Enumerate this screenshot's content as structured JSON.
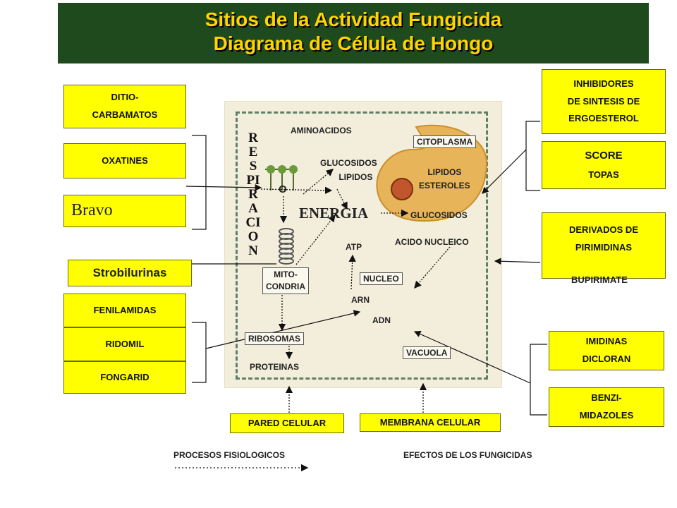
{
  "title": {
    "line1": "Sitios de la Actividad Fungicida",
    "line2": "Diagrama de Célula de Hongo"
  },
  "left_boxes": {
    "ditio": [
      "DITIO-",
      "CARBAMATOS"
    ],
    "oxatines": "OXATINES",
    "bravo": "Bravo",
    "strobilurinas": "Strobilurinas",
    "fenilamidas": "FENILAMIDAS",
    "ridomil": "RIDOMIL",
    "fongarid": "FONGARID"
  },
  "right_boxes": {
    "inhibidores": [
      "INHIBIDORES",
      "DE SINTESIS DE",
      "ERGOESTEROL"
    ],
    "score": "SCORE",
    "topas": "TOPAS",
    "derivados": [
      "DERIVADOS DE",
      "PIRIMIDINAS"
    ],
    "bupirimate": "BUPIRIMATE",
    "imidinas": [
      "IMIDINAS",
      "DICLORAN"
    ],
    "benzi": [
      "BENZI-",
      "MIDAZOLES"
    ]
  },
  "cell": {
    "respiracion": "RESPIRACION",
    "aminoacidos": "AMINOACIDOS",
    "citoplasma": "CITOPLASMA",
    "glucosidos_lipidos": [
      "GLUCOSIDOS",
      "LIPIDOS"
    ],
    "lipidos_esteroles": [
      "LIPIDOS",
      "ESTEROLES"
    ],
    "o_label": "O",
    "energia": "ENERGIA",
    "glucosidos": "GLUCOSIDOS",
    "atp": "ATP",
    "acido_nucleico": "ACIDO NUCLEICO",
    "mitocondria": [
      "MITO-",
      "CONDRIA"
    ],
    "nucleo": "NUCLEO",
    "arn": "ARN",
    "adn": "ADN",
    "ribosomas": "RIBOSOMAS",
    "proteinas": "PROTEINAS",
    "vacuola": "VACUOLA"
  },
  "bottom_boxes": {
    "pared": "PARED CELULAR",
    "membrana": "MEMBRANA CELULAR"
  },
  "footer": {
    "procesos": "PROCESOS  FISIOLOGICOS",
    "efectos": "EFECTOS DE LOS FUNGICIDAS"
  },
  "colors": {
    "title_bg": "#1f4a1e",
    "title_text": "#ffd400",
    "box_fill": "#ffff00",
    "cell_fill": "#f3eedb",
    "citoplasma_fill": "#e8b45a",
    "nucleus_fill": "#e8c06a"
  }
}
